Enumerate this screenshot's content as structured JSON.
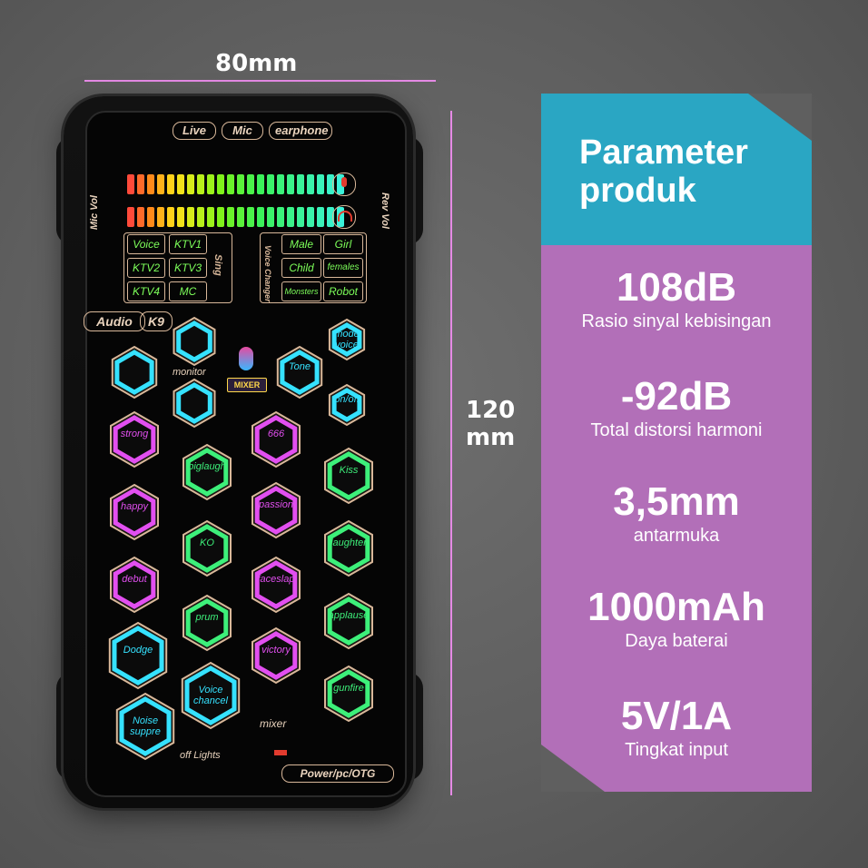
{
  "dimensions": {
    "width": "80mm",
    "height_line1": "120",
    "height_line2": "mm"
  },
  "device": {
    "top_pills": [
      "Live",
      "Mic",
      "earphone"
    ],
    "side_left": "Mic Vol",
    "side_right": "Rev Vol",
    "left_group": [
      "Voice",
      "KTV1",
      "KTV2",
      "KTV3",
      "KTV4",
      "MC"
    ],
    "left_group_title": "Sing",
    "right_group": [
      "Male",
      "Girl",
      "Child",
      "females",
      "Monsters",
      "Robot"
    ],
    "right_group_title": "Voice Changer",
    "brand": "Audio",
    "model": "K9",
    "monitor_label": "monitor",
    "mixer_badge": "MIXER",
    "tone_label": "Tone",
    "mode_label": "mode voice",
    "onoff_label": "on/off",
    "purple_pads": [
      "strong",
      "666",
      "happy",
      "passion",
      "debut",
      "faceslap",
      "victory"
    ],
    "green_pads": [
      "biglaugh",
      "Kiss",
      "KO",
      "laughter",
      "prum",
      "applause",
      "gunfire"
    ],
    "cyan_pads": [
      "Dodge",
      "Voice chancel",
      "Noise suppre"
    ],
    "mixer_label": "mixer",
    "lights_label": "off Lights",
    "power_label": "Power/pc/OTG"
  },
  "spec": {
    "title_line1": "Parameter",
    "title_line2": "produk",
    "items": [
      {
        "value": "108dB",
        "label": "Rasio sinyal kebisingan"
      },
      {
        "value": "-92dB",
        "label": "Total distorsi harmoni"
      },
      {
        "value": "3,5mm",
        "label": "antarmuka"
      },
      {
        "value": "1000mAh",
        "label": "Daya baterai"
      },
      {
        "value": "5V/1A",
        "label": "Tingkat input"
      }
    ]
  },
  "colors": {
    "cyan": "#2aa6c3",
    "purple": "#b26fb8",
    "dim_line": "#e58ae5"
  }
}
